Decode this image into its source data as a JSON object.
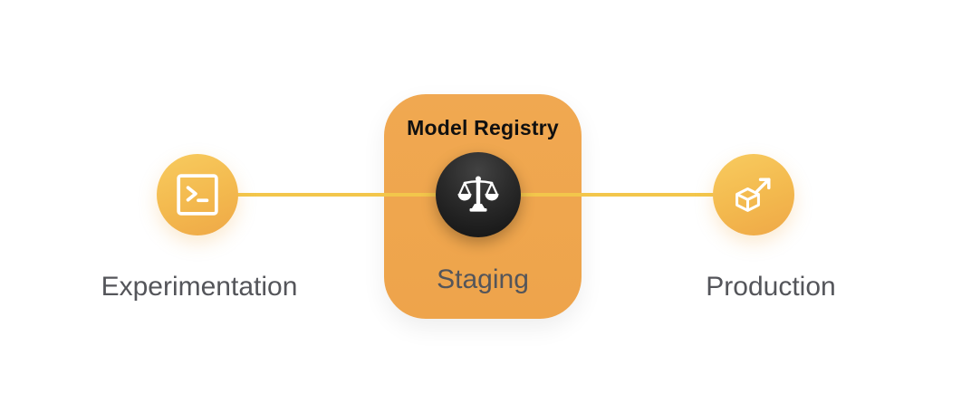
{
  "diagram": {
    "nodes": {
      "experimentation": {
        "label": "Experimentation",
        "icon": "terminal-icon"
      },
      "registry": {
        "title": "Model Registry",
        "stage_label": "Staging",
        "icon": "scales-icon"
      },
      "production": {
        "label": "Production",
        "icon": "cube-arrow-icon"
      }
    },
    "connector": {
      "style": "solid-line",
      "color": "#f3c64b"
    },
    "colors": {
      "node_gradient_top": "#f8cb5f",
      "node_gradient_bottom": "#efa847",
      "registry_card": "#efa64d",
      "badge_dark": "#1c1c1c",
      "line": "#f3c64b",
      "label_gray": "#54555a",
      "title_black": "#101010",
      "icon_white": "#ffffff",
      "background": "#ffffff"
    }
  }
}
